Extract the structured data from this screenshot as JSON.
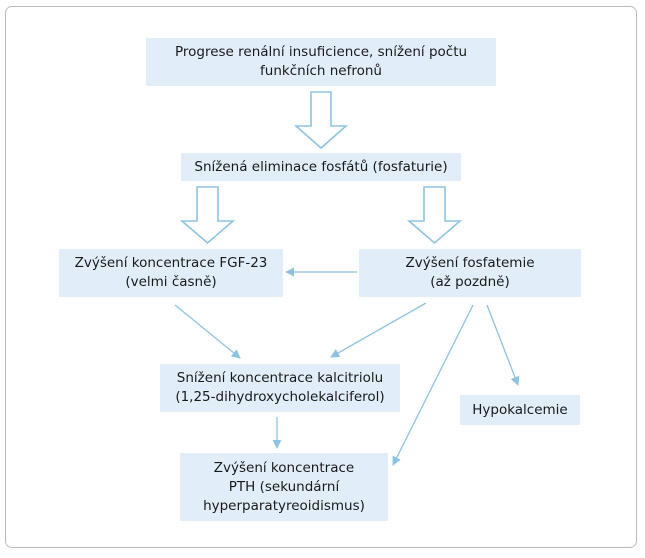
{
  "diagram": {
    "nodes": {
      "progrese": "Progrese renální insuficience, snížení počtu\nfunkčních nefronů",
      "eliminace": "Snížená eliminace fosfátů (fosfaturie)",
      "fgf23": "Zvýšení koncentrace FGF-23\n(velmi časně)",
      "fosfatemie": "Zvýšení fosfatemie\n(až pozdně)",
      "kalcitriol": "Snížení koncentrace kalcitriolu\n(1,25-dihydroxycholekalciferol)",
      "hypokalcemie": "Hypokalcemie",
      "pth": "Zvýšení koncentrace\nPTH (sekundární\nhyperparatyreoidismus)"
    },
    "colors": {
      "node_fill": "#e1eef9",
      "arrow": "#8ec3e0",
      "frame": "#b8bcc0"
    }
  }
}
